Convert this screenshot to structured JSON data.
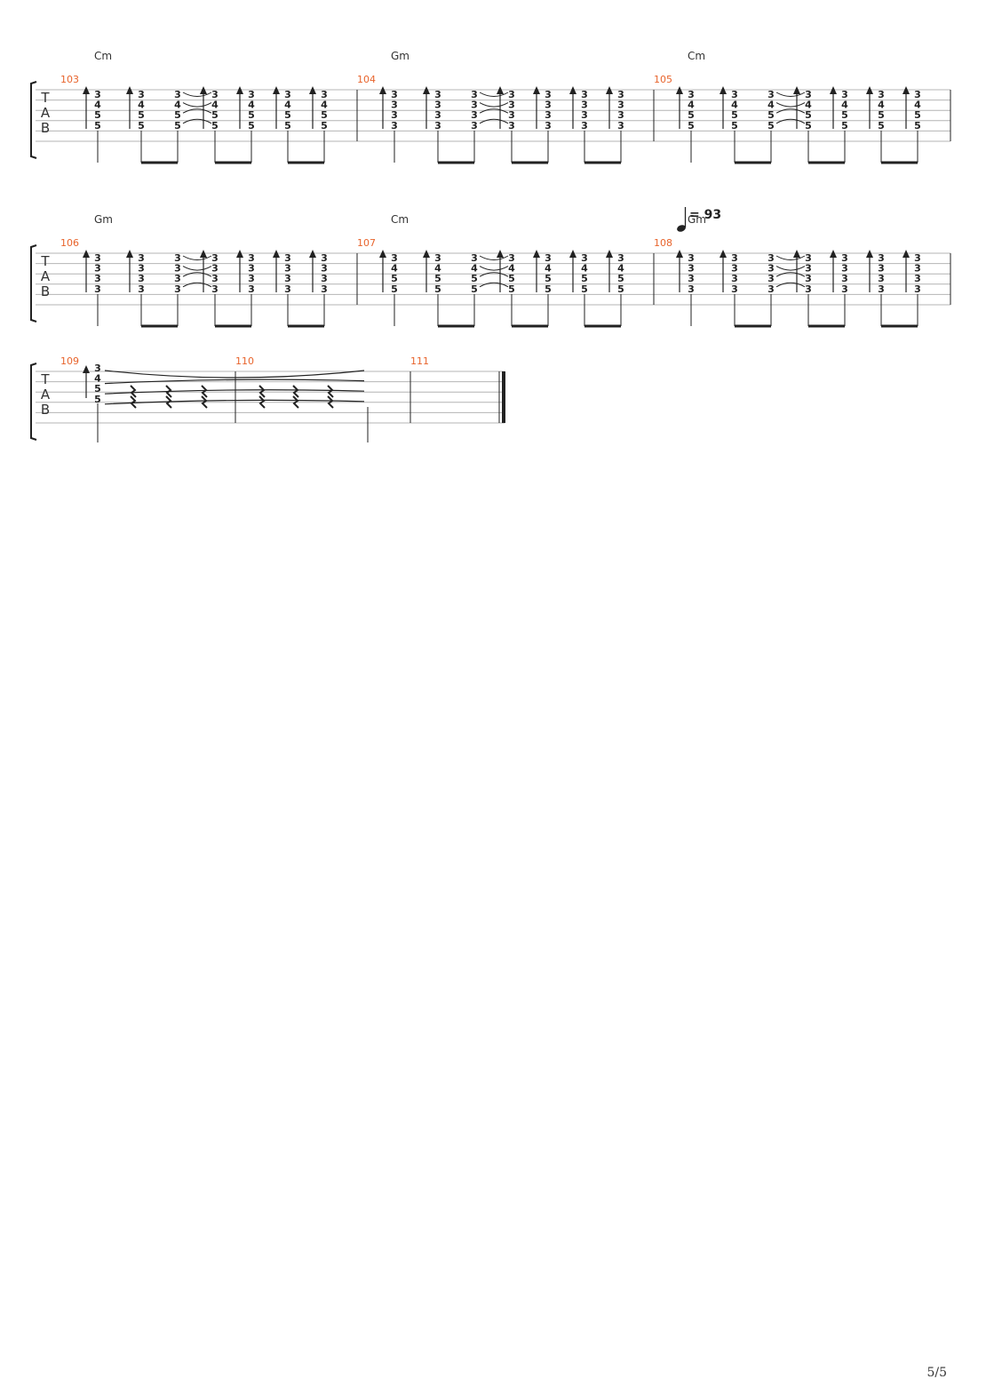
{
  "page": {
    "number": "5/5"
  },
  "tab_labels": [
    "T",
    "A",
    "B"
  ],
  "tempo": {
    "symbol": "♩",
    "value": "= 93"
  },
  "systems": [
    {
      "measures": [
        {
          "number": "103",
          "chord": "Cm",
          "strum": "Cm"
        },
        {
          "number": "104",
          "chord": "Gm",
          "strum": "Gm"
        },
        {
          "number": "105",
          "chord": "Cm",
          "strum": "Cm"
        }
      ]
    },
    {
      "measures": [
        {
          "number": "106",
          "chord": "Gm",
          "strum": "Gm"
        },
        {
          "number": "107",
          "chord": "Cm",
          "strum": "Cm"
        },
        {
          "number": "108",
          "chord": "Gm",
          "strum": "Gm",
          "tempo_mark": true
        }
      ]
    },
    {
      "measures": [
        {
          "number": "109",
          "chord": "",
          "strum": "final"
        },
        {
          "number": "110",
          "chord": "",
          "strum": "tie"
        },
        {
          "number": "111",
          "chord": "",
          "strum": "empty"
        }
      ]
    }
  ],
  "voicings": {
    "Cm": [
      "3",
      "4",
      "5",
      "5"
    ],
    "Gm": [
      "3",
      "3",
      "3",
      "3"
    ],
    "final": [
      "3",
      "4",
      "5",
      "5"
    ]
  },
  "colors": {
    "measure_number": "#e8642c",
    "ink": "#222222",
    "staff_line": "#b4b4b4"
  }
}
